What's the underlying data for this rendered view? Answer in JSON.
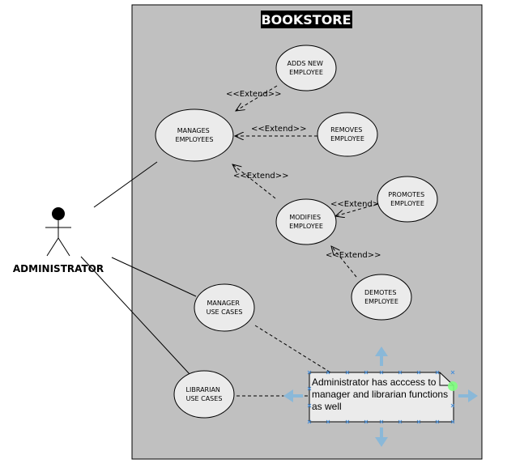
{
  "system": {
    "title": "BOOKSTORE"
  },
  "actor": {
    "label": "ADMINISTRATOR"
  },
  "use_cases": {
    "adds_new_employee": [
      "ADDS NEW",
      "EMPLOYEE"
    ],
    "manages_employees": [
      "MANAGES",
      "EMPLOYEES"
    ],
    "removes_employee": [
      "REMOVES",
      "EMPLOYEE"
    ],
    "modifies_employee": [
      "MODIFIES",
      "EMPLOYEE"
    ],
    "promotes_employee": [
      "PROMOTES",
      "EMPLOYEE"
    ],
    "demotes_employee": [
      "DEMOTES",
      "EMPLOYEE"
    ],
    "manager_use_cases": [
      "MANAGER",
      "USE CASES"
    ],
    "librarian_use_cases": [
      "LIBRARIAN",
      "USE CASES"
    ]
  },
  "relations": {
    "extend_label": "<<Extend>>"
  },
  "note": {
    "lines": [
      "Administrator has acccess to",
      "manager and librarian functions",
      "as well"
    ]
  },
  "colors": {
    "system_fill": "#c0c0c0",
    "use_case_fill": "#ebebeb",
    "note_fill": "#ebebeb",
    "handle_color": "#8ab8d8",
    "selection_dot": "#80ff80",
    "title_bg": "#000000",
    "title_fg": "#ffffff"
  }
}
